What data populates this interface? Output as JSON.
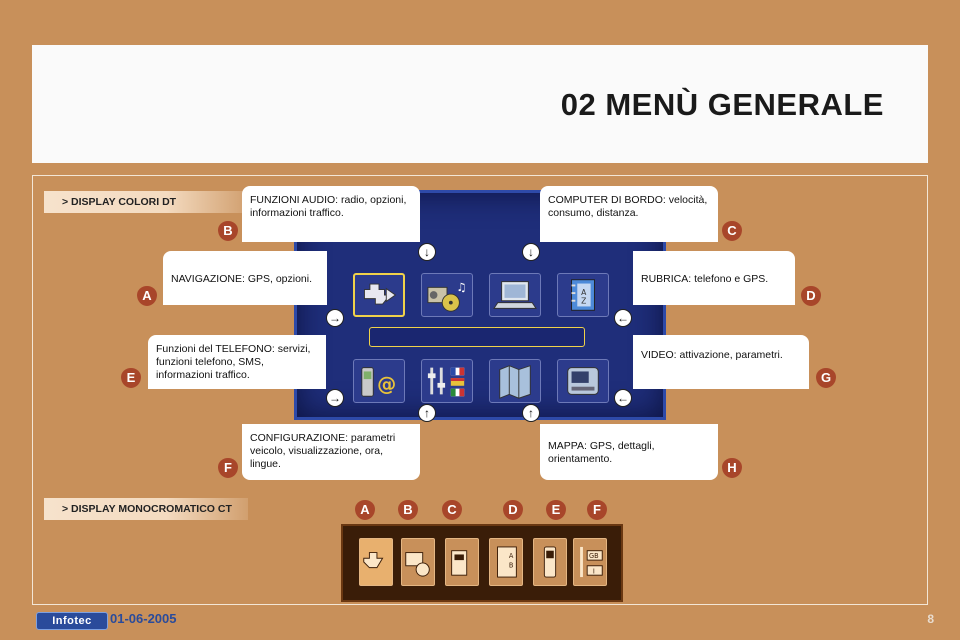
{
  "title": "02 MENÙ GENERALE",
  "tags": {
    "color": "> DISPLAY COLORI DT",
    "mono": "> DISPLAY MONOCROMATICO CT"
  },
  "callouts": {
    "B": "FUNZIONI AUDIO: radio, opzioni, informazioni traffico.",
    "C": "COMPUTER DI BORDO: velocità, consumo, distanza.",
    "A": "NAVIGAZIONE: GPS, opzioni.",
    "D": "RUBRICA: telefono e GPS.",
    "E": "Funzioni del TELEFONO: servizi, funzioni telefono, SMS, informazioni traffico.",
    "G": "VIDEO: attivazione, parametri.",
    "F": "CONFIGURAZIONE: parametri veicolo, visualizzazione, ora, lingue.",
    "H": "MAPPA: GPS, dettagli, orientamento."
  },
  "letters": [
    "A",
    "B",
    "C",
    "D",
    "E",
    "F",
    "G",
    "H"
  ],
  "mono_letters": [
    "A",
    "B",
    "C",
    "D",
    "E",
    "F"
  ],
  "footer": {
    "badge": "Infotec",
    "date": "01-06-2005",
    "page": "8"
  }
}
